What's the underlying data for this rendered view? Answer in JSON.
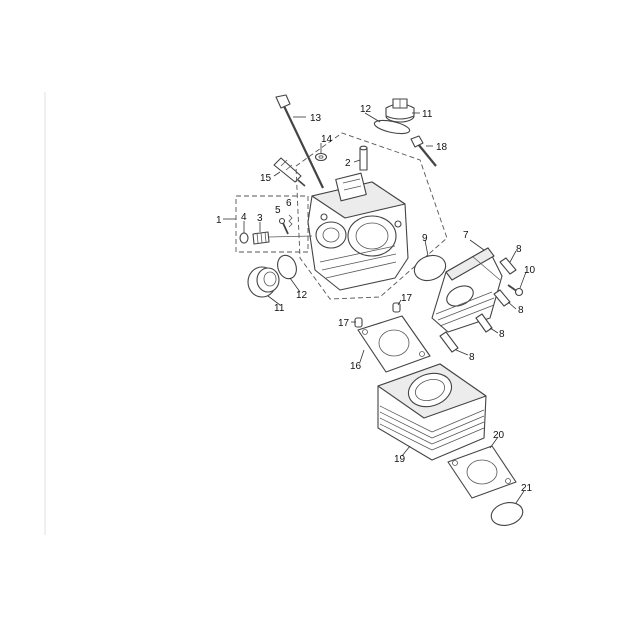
{
  "diagram": {
    "callouts": [
      {
        "id": "c13",
        "text": "13"
      },
      {
        "id": "c12a",
        "text": "12"
      },
      {
        "id": "c11a",
        "text": "11"
      },
      {
        "id": "c14",
        "text": "14"
      },
      {
        "id": "c18",
        "text": "18"
      },
      {
        "id": "c2",
        "text": "2"
      },
      {
        "id": "c15",
        "text": "15"
      },
      {
        "id": "c5",
        "text": "5"
      },
      {
        "id": "c6",
        "text": "6"
      },
      {
        "id": "c1",
        "text": "1"
      },
      {
        "id": "c4",
        "text": "4"
      },
      {
        "id": "c3",
        "text": "3"
      },
      {
        "id": "c9",
        "text": "9"
      },
      {
        "id": "c7",
        "text": "7"
      },
      {
        "id": "c8a",
        "text": "8"
      },
      {
        "id": "c10",
        "text": "10"
      },
      {
        "id": "c8b",
        "text": "8"
      },
      {
        "id": "c8c",
        "text": "8"
      },
      {
        "id": "c8d",
        "text": "8"
      },
      {
        "id": "c12b",
        "text": "12"
      },
      {
        "id": "c11b",
        "text": "11"
      },
      {
        "id": "c17a",
        "text": "17"
      },
      {
        "id": "c17b",
        "text": "17"
      },
      {
        "id": "c16",
        "text": "16"
      },
      {
        "id": "c19",
        "text": "19"
      },
      {
        "id": "c20",
        "text": "20"
      },
      {
        "id": "c21",
        "text": "21"
      }
    ]
  }
}
